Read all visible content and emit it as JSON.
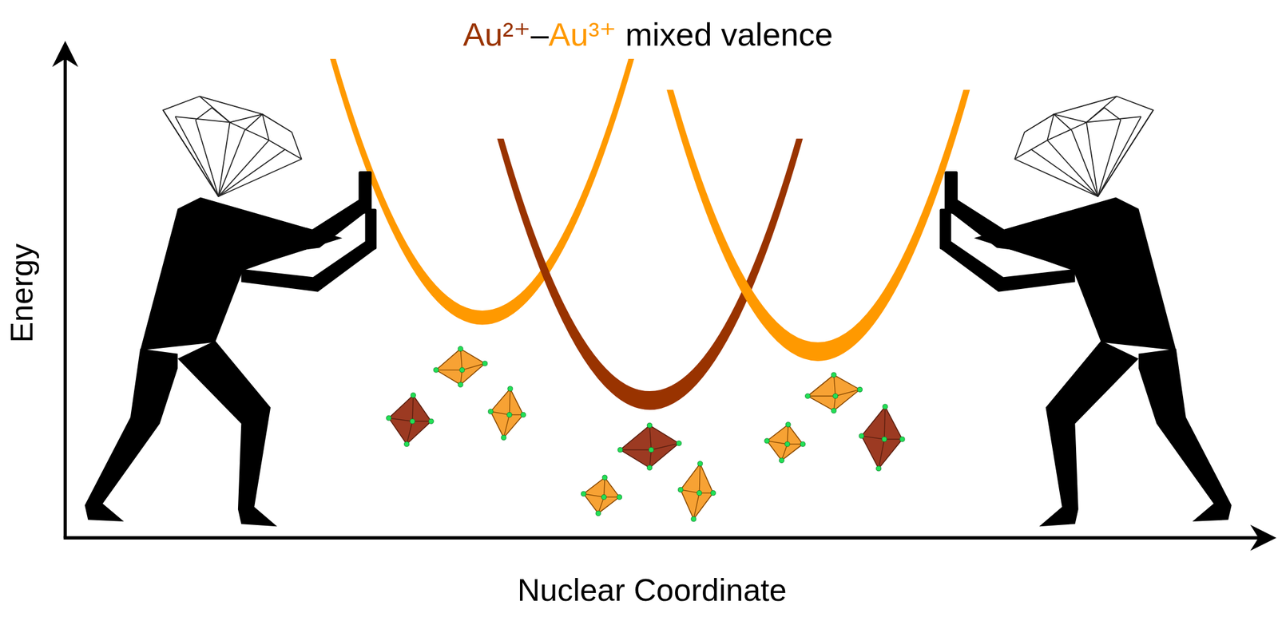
{
  "diagram": {
    "title": "Au²⁺–Au³⁺ mixed valence",
    "labels": [
      "Energy",
      "Nuclear Coordinate"
    ]
  }
}
